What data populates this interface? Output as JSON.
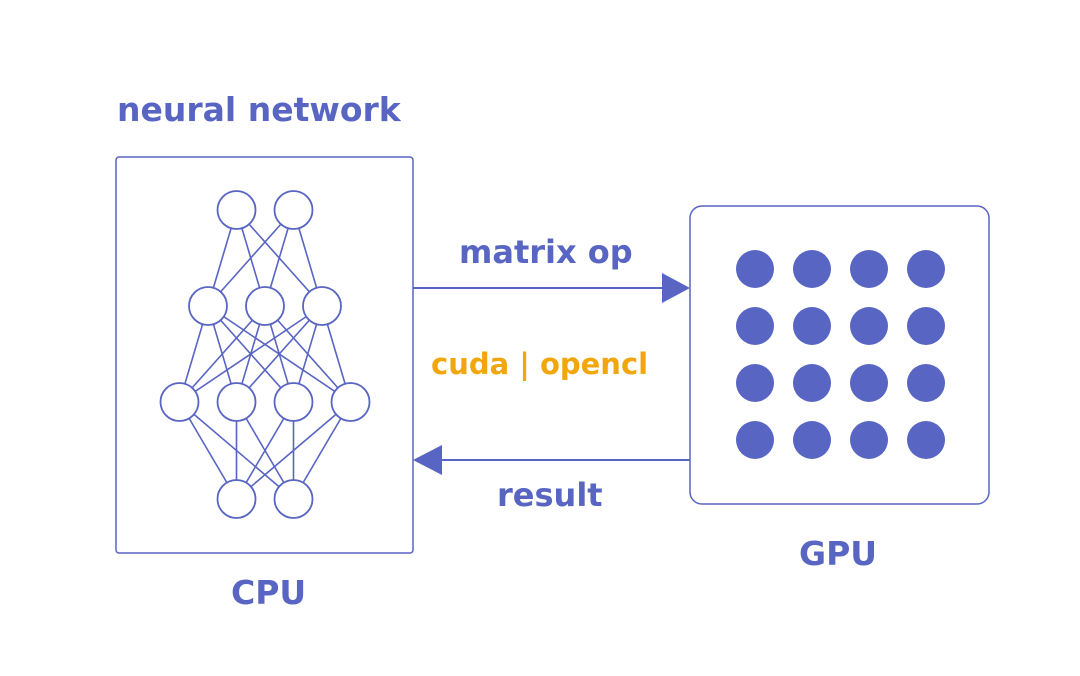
{
  "title": "neural network",
  "cpu": {
    "label": "CPU"
  },
  "gpu": {
    "label": "GPU",
    "rows": 4,
    "cols": 4
  },
  "arrows": {
    "forward_label": "matrix op",
    "api_label": "cuda | opencl",
    "back_label": "result"
  },
  "network": {
    "layers": [
      2,
      3,
      4,
      2
    ]
  },
  "colors": {
    "primary": "#5865c2",
    "accent": "#f2a60d",
    "background": "#ffffff"
  }
}
